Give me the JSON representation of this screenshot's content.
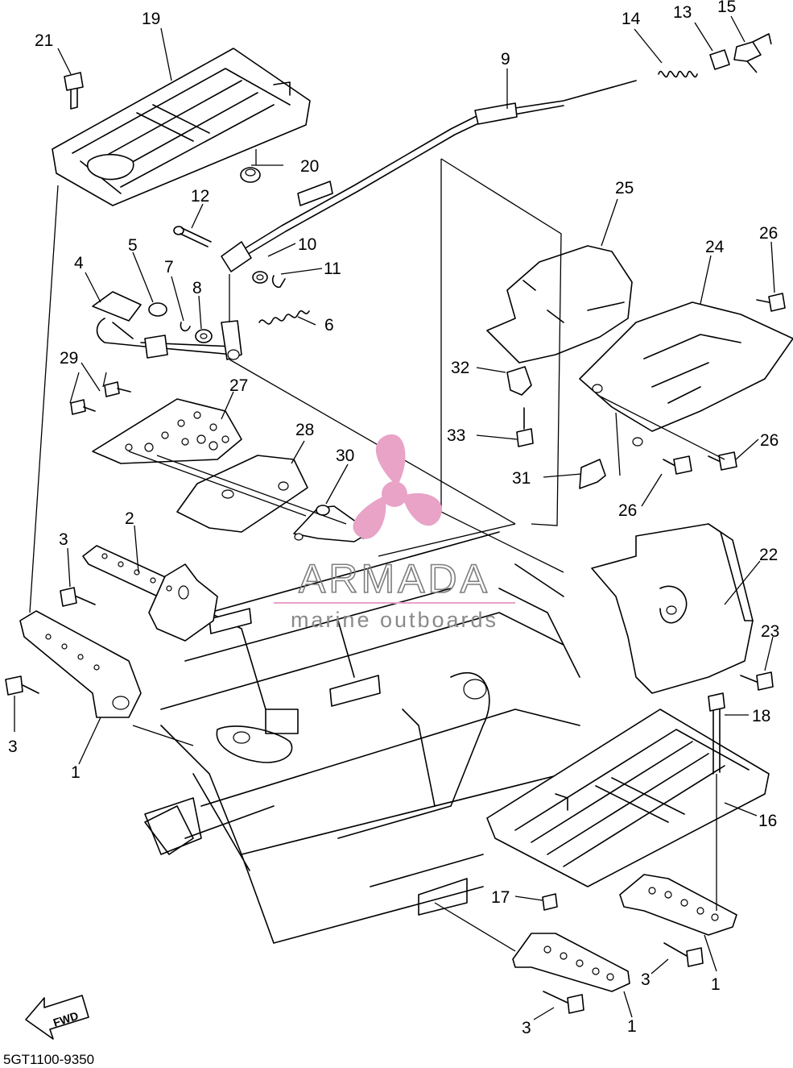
{
  "diagram_code": "5GT1100-9350",
  "fwd_label": "FWD",
  "watermark": {
    "brand": "ARMADA",
    "tagline": "marine outboards",
    "logo_color": "#e8a3c7"
  },
  "callouts": [
    {
      "id": "c19",
      "label": "19"
    },
    {
      "id": "c21",
      "label": "21"
    },
    {
      "id": "c20",
      "label": "20"
    },
    {
      "id": "c14",
      "label": "14"
    },
    {
      "id": "c13",
      "label": "13"
    },
    {
      "id": "c15",
      "label": "15"
    },
    {
      "id": "c9",
      "label": "9"
    },
    {
      "id": "c12",
      "label": "12"
    },
    {
      "id": "c10",
      "label": "10"
    },
    {
      "id": "c11",
      "label": "11"
    },
    {
      "id": "c5",
      "label": "5"
    },
    {
      "id": "c4",
      "label": "4"
    },
    {
      "id": "c7",
      "label": "7"
    },
    {
      "id": "c8",
      "label": "8"
    },
    {
      "id": "c6",
      "label": "6"
    },
    {
      "id": "c25",
      "label": "25"
    },
    {
      "id": "c24",
      "label": "24"
    },
    {
      "id": "c26a",
      "label": "26"
    },
    {
      "id": "c29",
      "label": "29"
    },
    {
      "id": "c27",
      "label": "27"
    },
    {
      "id": "c32",
      "label": "32"
    },
    {
      "id": "c33",
      "label": "33"
    },
    {
      "id": "c26b",
      "label": "26"
    },
    {
      "id": "c28",
      "label": "28"
    },
    {
      "id": "c30",
      "label": "30"
    },
    {
      "id": "c31",
      "label": "31"
    },
    {
      "id": "c26c",
      "label": "26"
    },
    {
      "id": "c2",
      "label": "2"
    },
    {
      "id": "c3a",
      "label": "3"
    },
    {
      "id": "c22",
      "label": "22"
    },
    {
      "id": "c23",
      "label": "23"
    },
    {
      "id": "c3b",
      "label": "3"
    },
    {
      "id": "c1a",
      "label": "1"
    },
    {
      "id": "c18",
      "label": "18"
    },
    {
      "id": "c16",
      "label": "16"
    },
    {
      "id": "c17",
      "label": "17"
    },
    {
      "id": "c3c",
      "label": "3"
    },
    {
      "id": "c1b",
      "label": "1"
    },
    {
      "id": "c3d",
      "label": "3"
    },
    {
      "id": "c1c",
      "label": "1"
    }
  ]
}
